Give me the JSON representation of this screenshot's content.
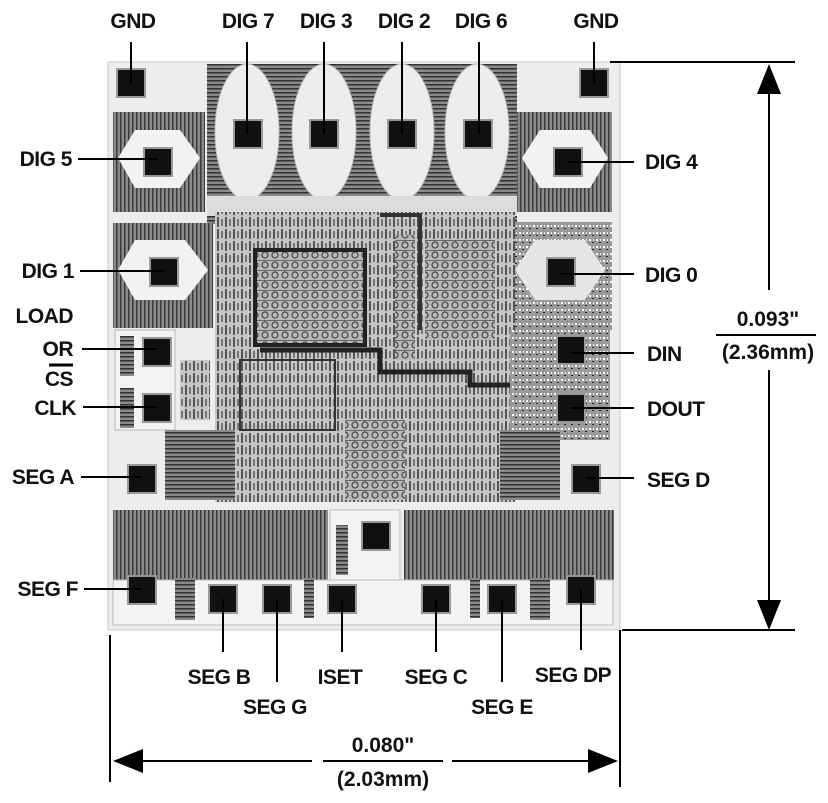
{
  "diagram": {
    "type": "die-pad-layout",
    "pads": {
      "top_left_gnd": "GND",
      "dig7": "DIG 7",
      "dig3": "DIG 3",
      "dig2": "DIG 2",
      "dig6": "DIG 6",
      "top_right_gnd": "GND",
      "dig5": "DIG 5",
      "dig4": "DIG 4",
      "dig1": "DIG 1",
      "dig0": "DIG 0",
      "load_line1": "LOAD",
      "load_line2": "OR",
      "load_line3": "CS",
      "din": "DIN",
      "clk": "CLK",
      "dout": "DOUT",
      "seg_a": "SEG A",
      "seg_d": "SEG D",
      "seg_f": "SEG F",
      "seg_b": "SEG B",
      "seg_g": "SEG G",
      "iset": "ISET",
      "seg_c": "SEG C",
      "seg_e": "SEG E",
      "seg_dp": "SEG DP"
    },
    "dimensions": {
      "height_in": "0.093\"",
      "height_mm": "(2.36mm)",
      "width_in": "0.080\"",
      "width_mm": "(2.03mm)"
    }
  }
}
